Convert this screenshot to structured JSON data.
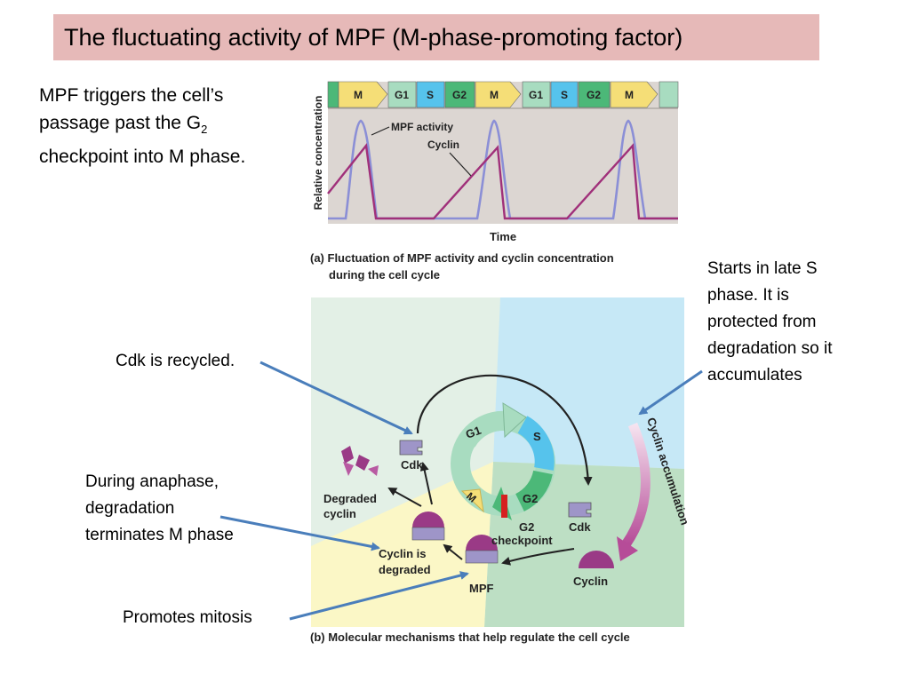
{
  "title": "The fluctuating activity of MPF (M-phase-promoting factor)",
  "intro": {
    "line1": "MPF triggers the cell’s",
    "line2_prefix": "passage past the G",
    "line2_sub": "2",
    "line3": "checkpoint into M phase."
  },
  "annotations": {
    "late_s": [
      "Starts in late S",
      "phase. It is",
      "protected from",
      "degradation so it",
      "accumulates"
    ],
    "cdk_recycled": "Cdk is recycled.",
    "anaphase": [
      "During anaphase,",
      "degradation",
      "terminates M phase"
    ],
    "mitosis": "Promotes mitosis"
  },
  "panel_a": {
    "phases": [
      "M",
      "G1",
      "S",
      "G2",
      "M",
      "G1",
      "S",
      "G2",
      "M"
    ],
    "ylabel": "Relative concentration",
    "xlabel": "Time",
    "mpf_label": "MPF activity",
    "cyclin_label": "Cyclin",
    "caption_line1": "(a) Fluctuation of MPF activity and cyclin concentration",
    "caption_line2": "during the cell cycle"
  },
  "panel_b": {
    "cycle": {
      "g1": "G1",
      "s": "S",
      "g2": "G2",
      "m": "M"
    },
    "cdk_top": "Cdk",
    "cdk_right": "Cdk",
    "degraded_cyclin": [
      "Degraded",
      "cyclin"
    ],
    "cyclin_degraded": [
      "Cyclin is",
      "degraded"
    ],
    "g2_checkpoint": [
      "G2",
      "checkpoint"
    ],
    "mpf": "MPF",
    "cyclin": "Cyclin",
    "cyclin_accumulation": "Cyclin accumulation",
    "caption": "(b) Molecular mechanisms that help regulate the cell cycle"
  },
  "colors": {
    "title_bg": "#e6b9b8",
    "arrow_blue": "#4a7ebb",
    "mpf_line": "#8b8fd6",
    "cyclin_line": "#a0307a",
    "phase_m": "#f5de77",
    "phase_g1": "#a8dcc0",
    "phase_s": "#56c3ec",
    "phase_g2": "#4cb878",
    "cdk_purple": "#9e95c8",
    "cyclin_magenta": "#9a3a86"
  }
}
